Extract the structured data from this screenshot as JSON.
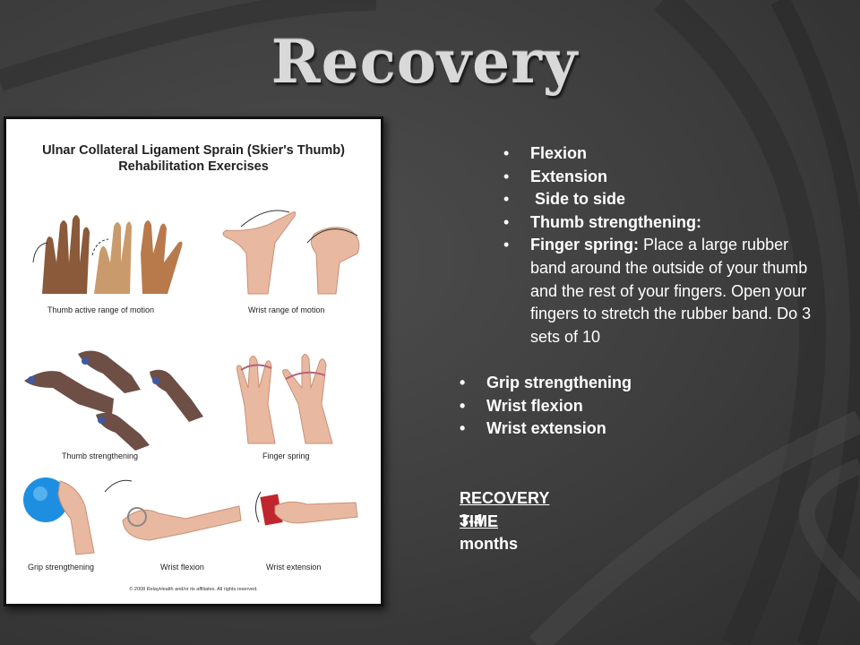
{
  "slide": {
    "title": "Recovery",
    "figure": {
      "title_line1": "Ulnar Collateral Ligament Sprain (Skier's Thumb)",
      "title_line2": "Rehabilitation Exercises",
      "captions": {
        "thumb_rom": "Thumb active range of motion",
        "wrist_rom": "Wrist range of motion",
        "thumb_strength": "Thumb strengthening",
        "finger_spring": "Finger spring",
        "grip": "Grip strengthening",
        "wrist_flex": "Wrist flexion",
        "wrist_ext": "Wrist extension"
      },
      "copyright": "© 2008 RelayHealth and/or its affiliates.  All rights reserved."
    },
    "list_primary": [
      {
        "label": "Flexion"
      },
      {
        "label": "Extension"
      },
      {
        "label": " Side to side"
      },
      {
        "label": "Thumb strengthening:"
      },
      {
        "label": "Finger spring:",
        "detail": " Place a large rubber band around the outside of your thumb and the rest of your fingers. Open your fingers to stretch the rubber band. Do 3 sets of 10"
      }
    ],
    "list_secondary": [
      "Grip strengthening",
      "Wrist flexion",
      "Wrist extension"
    ],
    "recovery_heading": "RECOVERY TIME",
    "recovery_value": "3-4 months"
  }
}
